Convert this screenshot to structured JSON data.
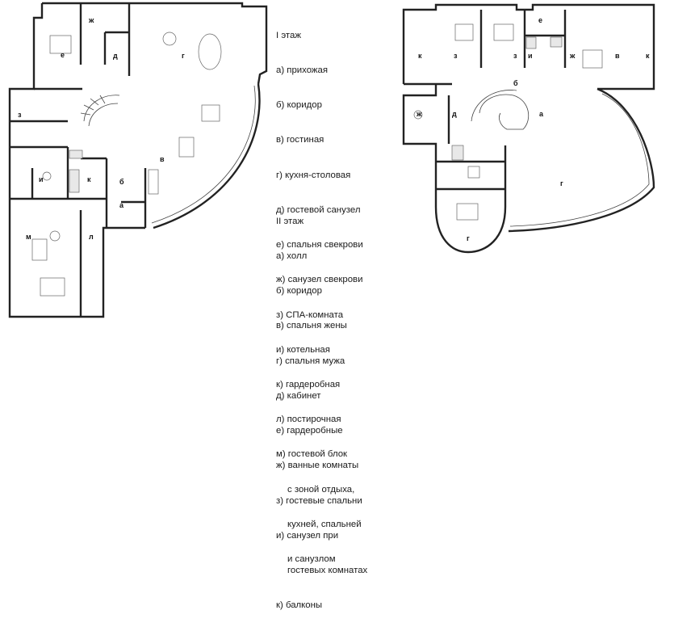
{
  "floor1": {
    "title": "I этаж",
    "items": [
      "а) прихожая",
      "б) коридор",
      "в) гостиная",
      "г) кухня-столовая",
      "д) гостевой санузел",
      "е) спальня свекрови",
      "ж) санузел свекрови",
      "з) СПА-комната",
      "и) котельная",
      "к) гардеробная",
      "л) постирочная",
      "м) гостевой блок",
      "с зоной отдыха,",
      "кухней, спальней",
      "и санузлом"
    ],
    "plan_labels": [
      "а",
      "б",
      "в",
      "г",
      "д",
      "е",
      "ж",
      "з",
      "и",
      "к",
      "л",
      "м"
    ]
  },
  "floor2": {
    "title": "II этаж",
    "items": [
      "а) холл",
      "б) коридор",
      "в) спальня жены",
      "г) спальня мужа",
      "д) кабинет",
      "е) гардеробные",
      "ж) ванные комнаты",
      "з) гостевые спальни",
      "и) санузел при",
      "гостевых комнатах",
      "к) балконы"
    ],
    "plan_labels": [
      "а",
      "б",
      "в",
      "г",
      "д",
      "е",
      "ж",
      "ж",
      "з",
      "з",
      "и",
      "к",
      "к"
    ]
  }
}
